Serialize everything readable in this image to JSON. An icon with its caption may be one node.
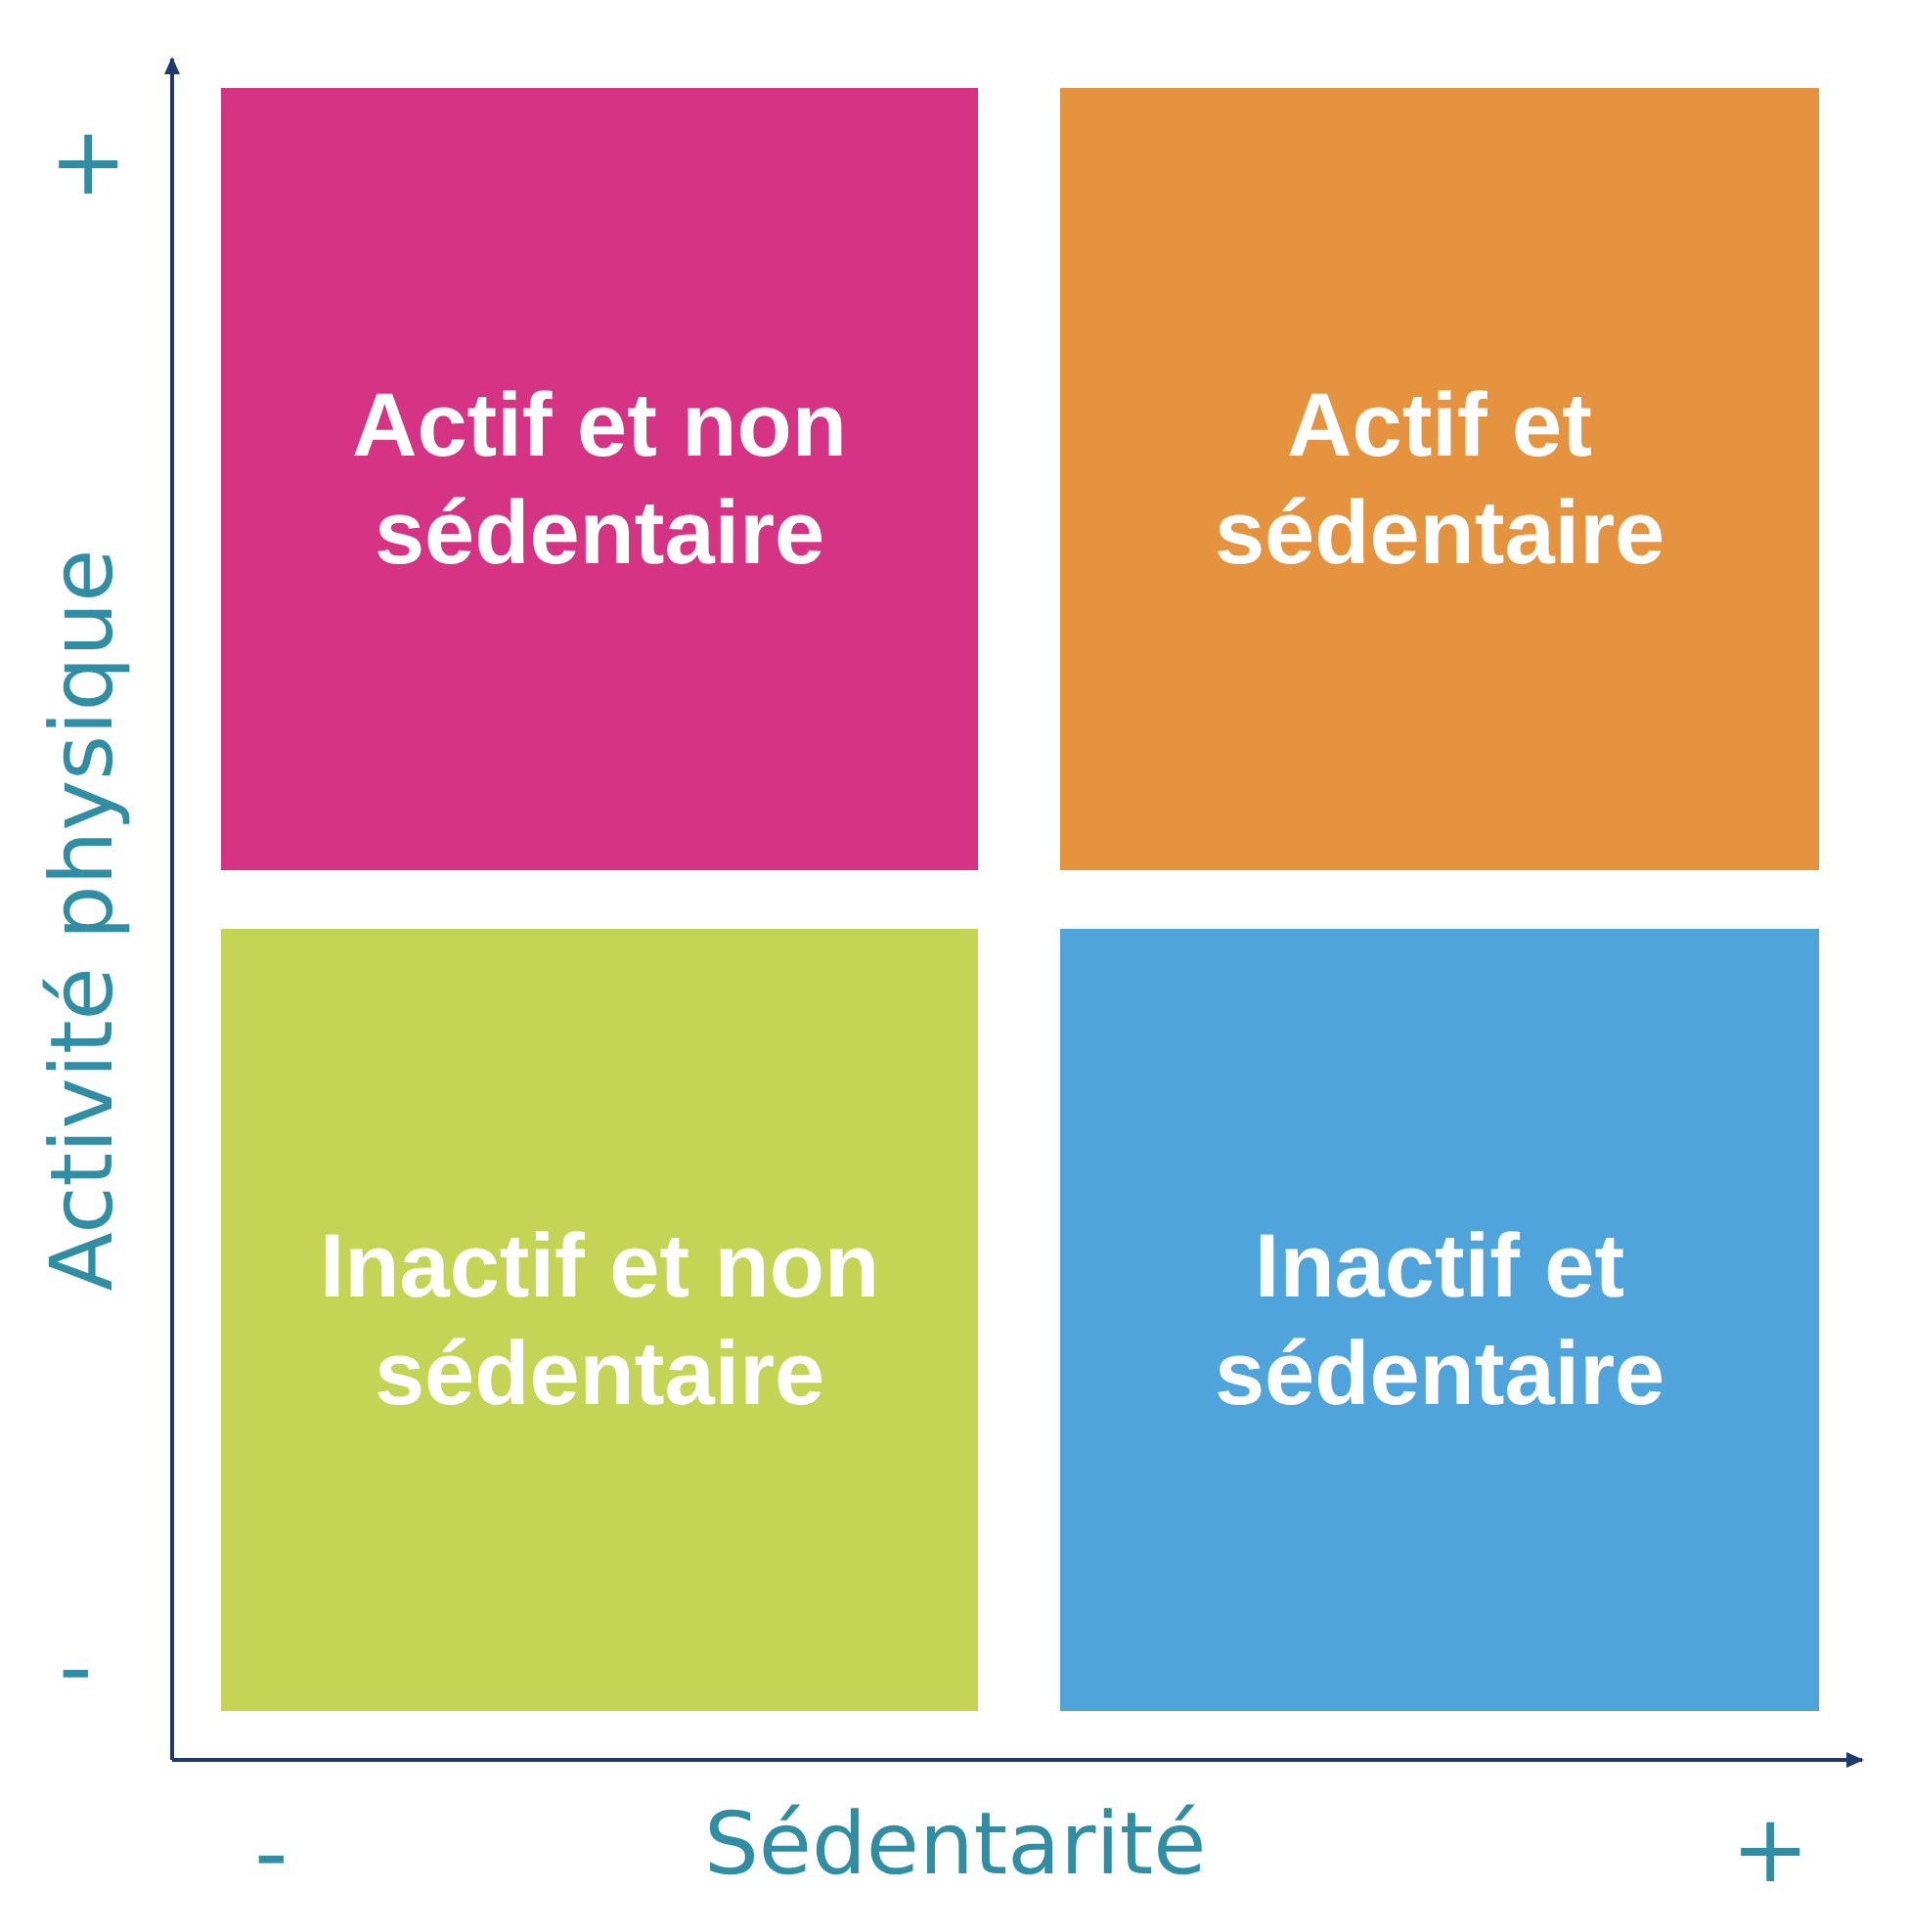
{
  "diagram": {
    "nodes": [
      {
        "text": [
          "Actif et non sédentaire"
        ]
      },
      {
        "text": [
          "Actif et sédentaire"
        ]
      },
      {
        "text": [
          "Inactif et non sédentaire"
        ]
      },
      {
        "text": [
          "Inactif et sédentaire"
        ]
      }
    ],
    "labels": [
      "+",
      "Activité physique",
      "-",
      "-",
      "Sédentarité",
      "+"
    ]
  }
}
